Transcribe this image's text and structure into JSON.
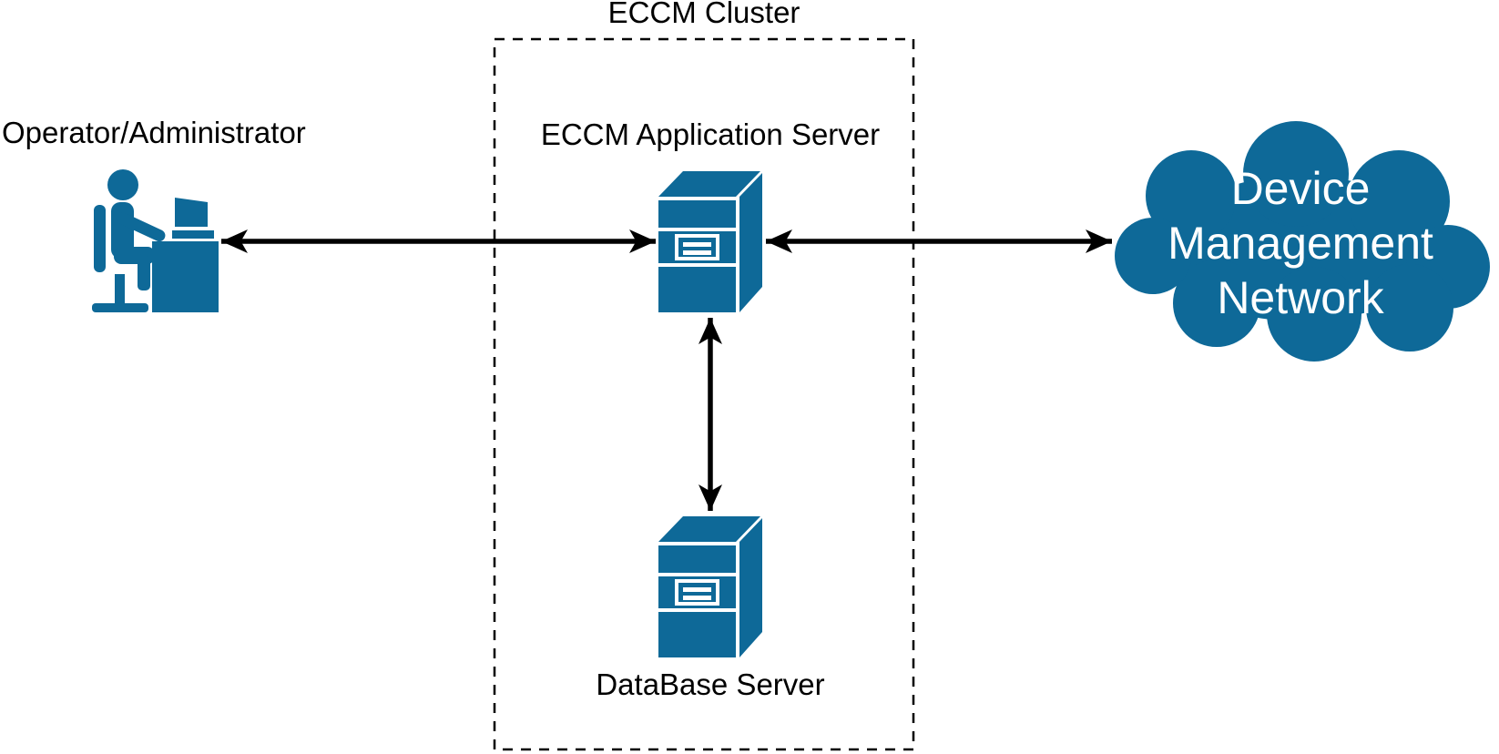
{
  "diagram": {
    "title": "ECCM Cluster",
    "nodes": {
      "operator": {
        "label": "Operator/Administrator",
        "icon": "operator-at-desk-icon"
      },
      "app_server": {
        "label": "ECCM Application Server",
        "icon": "server-icon"
      },
      "db_server": {
        "label": "DataBase Server",
        "icon": "server-icon"
      },
      "cloud": {
        "label_lines": [
          "Device",
          "Management",
          "Network"
        ],
        "icon": "cloud-icon"
      }
    },
    "connections": [
      {
        "from": "operator",
        "to": "app_server",
        "style": "double-headed-arrow"
      },
      {
        "from": "app_server",
        "to": "cloud",
        "style": "double-headed-arrow"
      },
      {
        "from": "app_server",
        "to": "db_server",
        "style": "double-headed-arrow"
      }
    ],
    "colors": {
      "shape_fill": "#0e6998",
      "connector": "#000000",
      "label_text": "#000000",
      "cloud_text": "#ffffff",
      "background": "#ffffff"
    }
  }
}
